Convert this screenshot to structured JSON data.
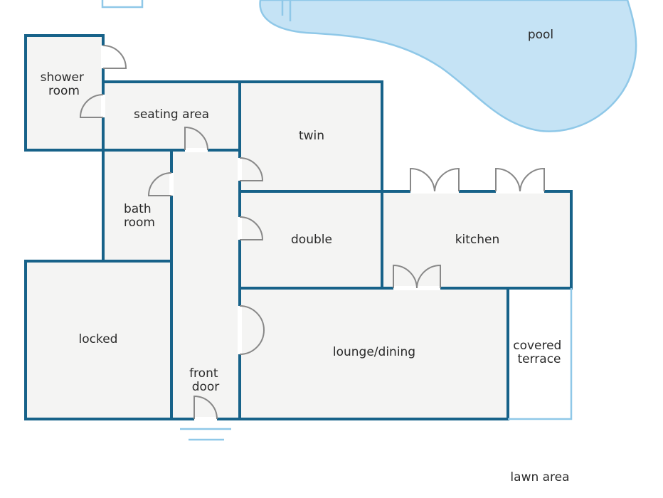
{
  "rooms": {
    "shower": [
      "shower",
      "room"
    ],
    "seating": "seating area",
    "twin": "twin",
    "bath": [
      "bath",
      "room"
    ],
    "double": "double",
    "kitchen": "kitchen",
    "locked": "locked",
    "lounge": "lounge/dining",
    "front_door": [
      "front",
      "door"
    ],
    "terrace": [
      "covered",
      "terrace"
    ]
  },
  "outdoor": {
    "pool": "pool",
    "lawn": "lawn area"
  },
  "colors": {
    "wall": "#176289",
    "room_fill": "#f4f4f3",
    "pool_fill": "#c5e3f5",
    "light_line": "#8fc8e8"
  }
}
